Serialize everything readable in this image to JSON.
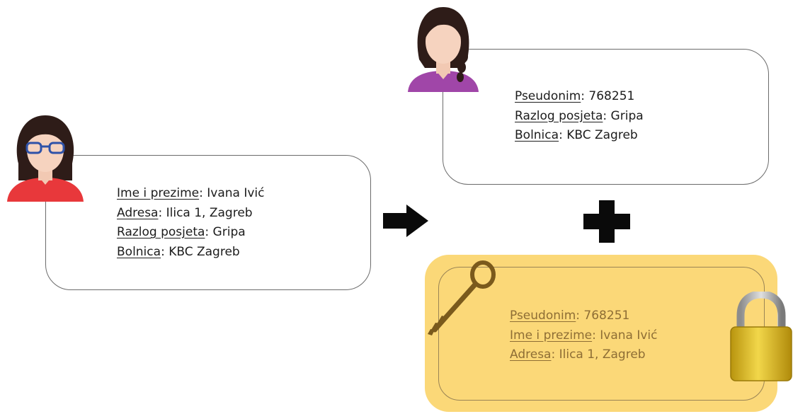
{
  "original_record": {
    "rows": [
      {
        "key": "Ime i prezime",
        "value": ": Ivana Ivić"
      },
      {
        "key": "Adresa",
        "value": ": Ilica 1, Zagreb"
      },
      {
        "key": "Razlog posjeta",
        "value": ": Gripa"
      },
      {
        "key": "Bolnica",
        "value": ": KBC Zagreb"
      }
    ]
  },
  "pseudonymized_record": {
    "rows": [
      {
        "key": "Pseudonim",
        "value": ": 768251"
      },
      {
        "key": "Razlog posjeta",
        "value": ": Gripa"
      },
      {
        "key": "Bolnica",
        "value": ": KBC Zagreb"
      }
    ]
  },
  "secured_mapping": {
    "rows": [
      {
        "key": "Pseudonim",
        "value": ": 768251"
      },
      {
        "key": "Ime i prezime",
        "value": ": Ivana Ivić"
      },
      {
        "key": "Adresa",
        "value": ": Ilica 1, Zagreb"
      }
    ]
  },
  "icons": {
    "left_person": "woman-glasses-icon",
    "right_person": "woman-braid-icon",
    "arrow": "arrow-right-icon",
    "plus": "plus-icon",
    "key": "key-icon",
    "lock": "padlock-icon"
  },
  "colors": {
    "vault_fill": "#fbd878",
    "vault_text": "#8e6e35",
    "left_shirt": "#e8383b",
    "right_shirt": "#a046a8",
    "key": "#7a5a1c",
    "lock_gold": "#d7b21c"
  }
}
